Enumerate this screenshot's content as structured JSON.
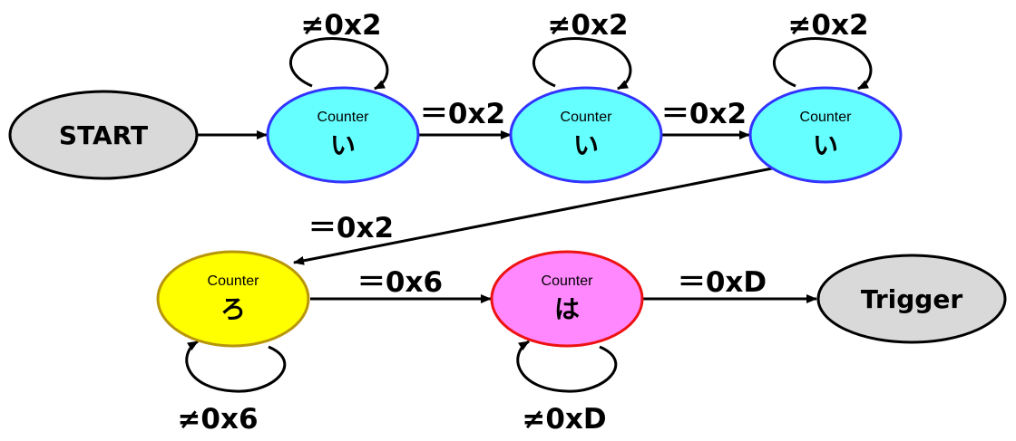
{
  "colors": {
    "start_fill": "#d9d9d9",
    "counter_i_fill": "#66ffff",
    "counter_i_stroke": "#3333ff",
    "counter_ro_fill": "#ffff00",
    "counter_ro_stroke": "#b8960b",
    "counter_ha_fill": "#ff88ff",
    "counter_ha_stroke": "#ee1111",
    "trigger_fill": "#d9d9d9",
    "outline": "#000000"
  },
  "nodes": {
    "start": {
      "label": "START"
    },
    "counter_i_1": {
      "caption": "Counter",
      "name": "い"
    },
    "counter_i_2": {
      "caption": "Counter",
      "name": "い"
    },
    "counter_i_3": {
      "caption": "Counter",
      "name": "い"
    },
    "counter_ro": {
      "caption": "Counter",
      "name": "ろ"
    },
    "counter_ha": {
      "caption": "Counter",
      "name": "は"
    },
    "trigger": {
      "label": "Trigger"
    }
  },
  "edges": {
    "i1_to_i2": "＝0x2",
    "i2_to_i3": "＝0x2",
    "i3_to_ro": "＝0x2",
    "ro_to_ha": "＝0x6",
    "ha_to_trigger": "＝0xD"
  },
  "self_loops": {
    "i1": "≠0x2",
    "i2": "≠0x2",
    "i3": "≠0x2",
    "ro": "≠0x6",
    "ha": "≠0xD"
  }
}
